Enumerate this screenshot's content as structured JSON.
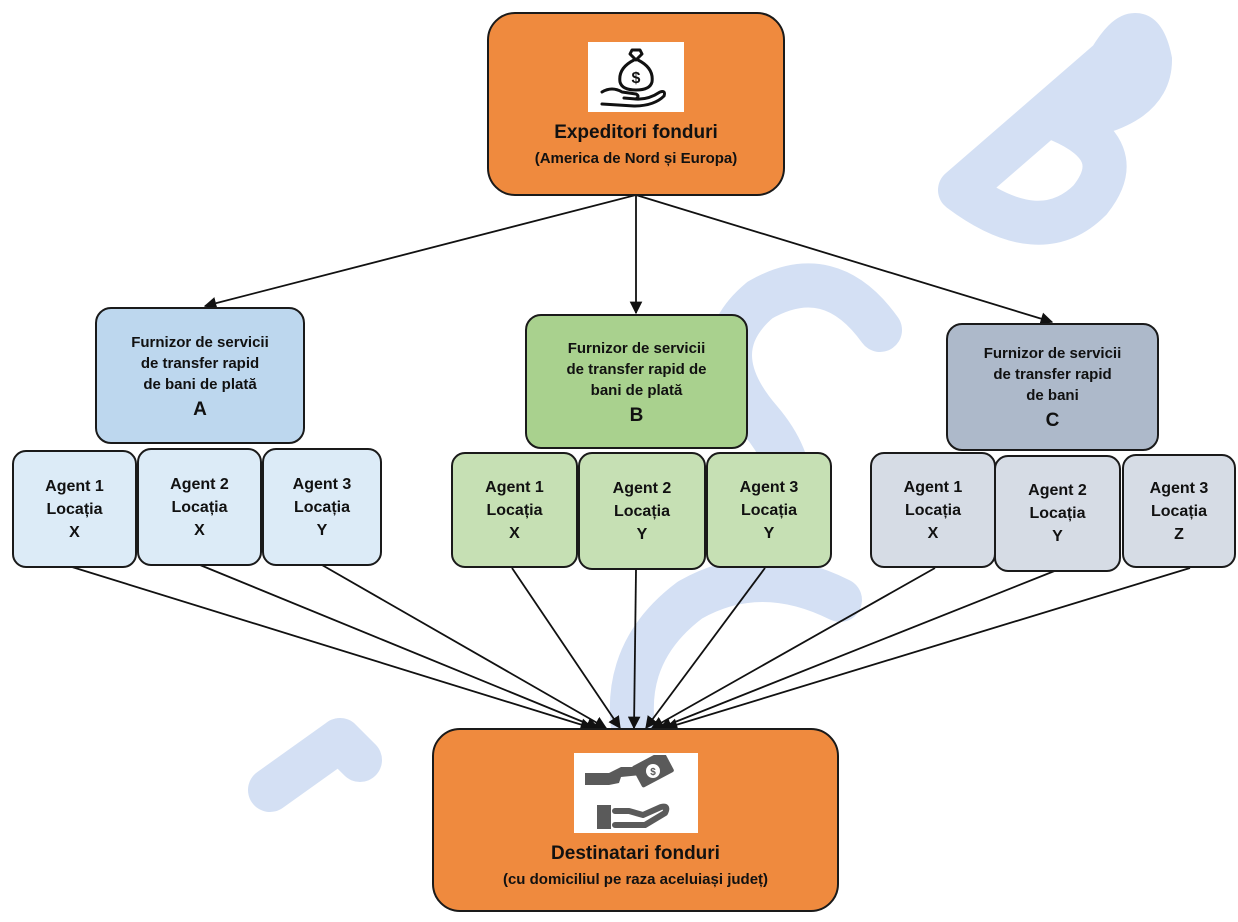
{
  "watermark": {
    "letters": "CSB",
    "color": "#d4e0f4"
  },
  "sender": {
    "icon": "money-bag-in-hand-icon",
    "title": "Expeditori fonduri",
    "subtitle": "(America de Nord și Europa)"
  },
  "providers": [
    {
      "lines": [
        "Furnizor de servicii",
        "de transfer rapid",
        "de bani de plată"
      ],
      "letter": "A",
      "agents": [
        {
          "name": "Agent 1",
          "loc": "Locația",
          "code": "X"
        },
        {
          "name": "Agent 2",
          "loc": "Locația",
          "code": "X"
        },
        {
          "name": "Agent 3",
          "loc": "Locația",
          "code": "Y"
        }
      ]
    },
    {
      "lines": [
        "Furnizor de servicii",
        "de transfer rapid de",
        "bani de plată"
      ],
      "letter": "B",
      "agents": [
        {
          "name": "Agent 1",
          "loc": "Locația",
          "code": "X"
        },
        {
          "name": "Agent 2",
          "loc": "Locația",
          "code": "Y"
        },
        {
          "name": "Agent 3",
          "loc": "Locația",
          "code": "Y"
        }
      ]
    },
    {
      "lines": [
        "Furnizor de servicii",
        "de transfer rapid",
        "de bani"
      ],
      "letter": "C",
      "agents": [
        {
          "name": "Agent 1",
          "loc": "Locația",
          "code": "X"
        },
        {
          "name": "Agent 2",
          "loc": "Locația",
          "code": "Y"
        },
        {
          "name": "Agent 3",
          "loc": "Locația",
          "code": "Z"
        }
      ]
    }
  ],
  "recipient": {
    "icon": "cash-handover-icon",
    "title": "Destinatari fonduri",
    "subtitle": "(cu domiciliul pe raza aceluiași județ)"
  },
  "colors": {
    "orange": "#ef8a3e",
    "blue": "#bdd7ee",
    "green": "#a9d18e",
    "gray": "#adb9ca",
    "arrow": "#111111"
  }
}
